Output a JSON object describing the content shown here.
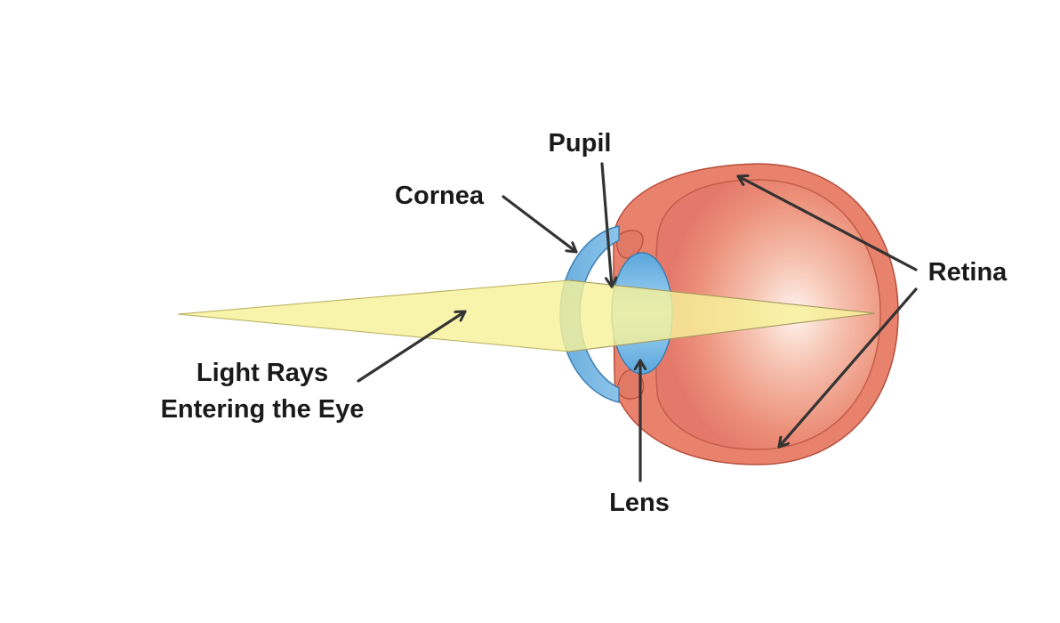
{
  "labels": {
    "pupil": "Pupil",
    "cornea": "Cornea",
    "retina": "Retina",
    "light_rays_line1": "Light Rays",
    "light_rays_line2": "Entering the Eye",
    "lens": "Lens"
  },
  "colors": {
    "background": "#ffffff",
    "light_rays": "#f7f29a",
    "cornea": "#73b4e3",
    "lens": "#79bdec",
    "sclera": "#e9826c",
    "eye_interior": "#e7816f",
    "eye_highlight": "#fff4ee",
    "arrow": "#333333",
    "text": "#1a1a1a"
  }
}
